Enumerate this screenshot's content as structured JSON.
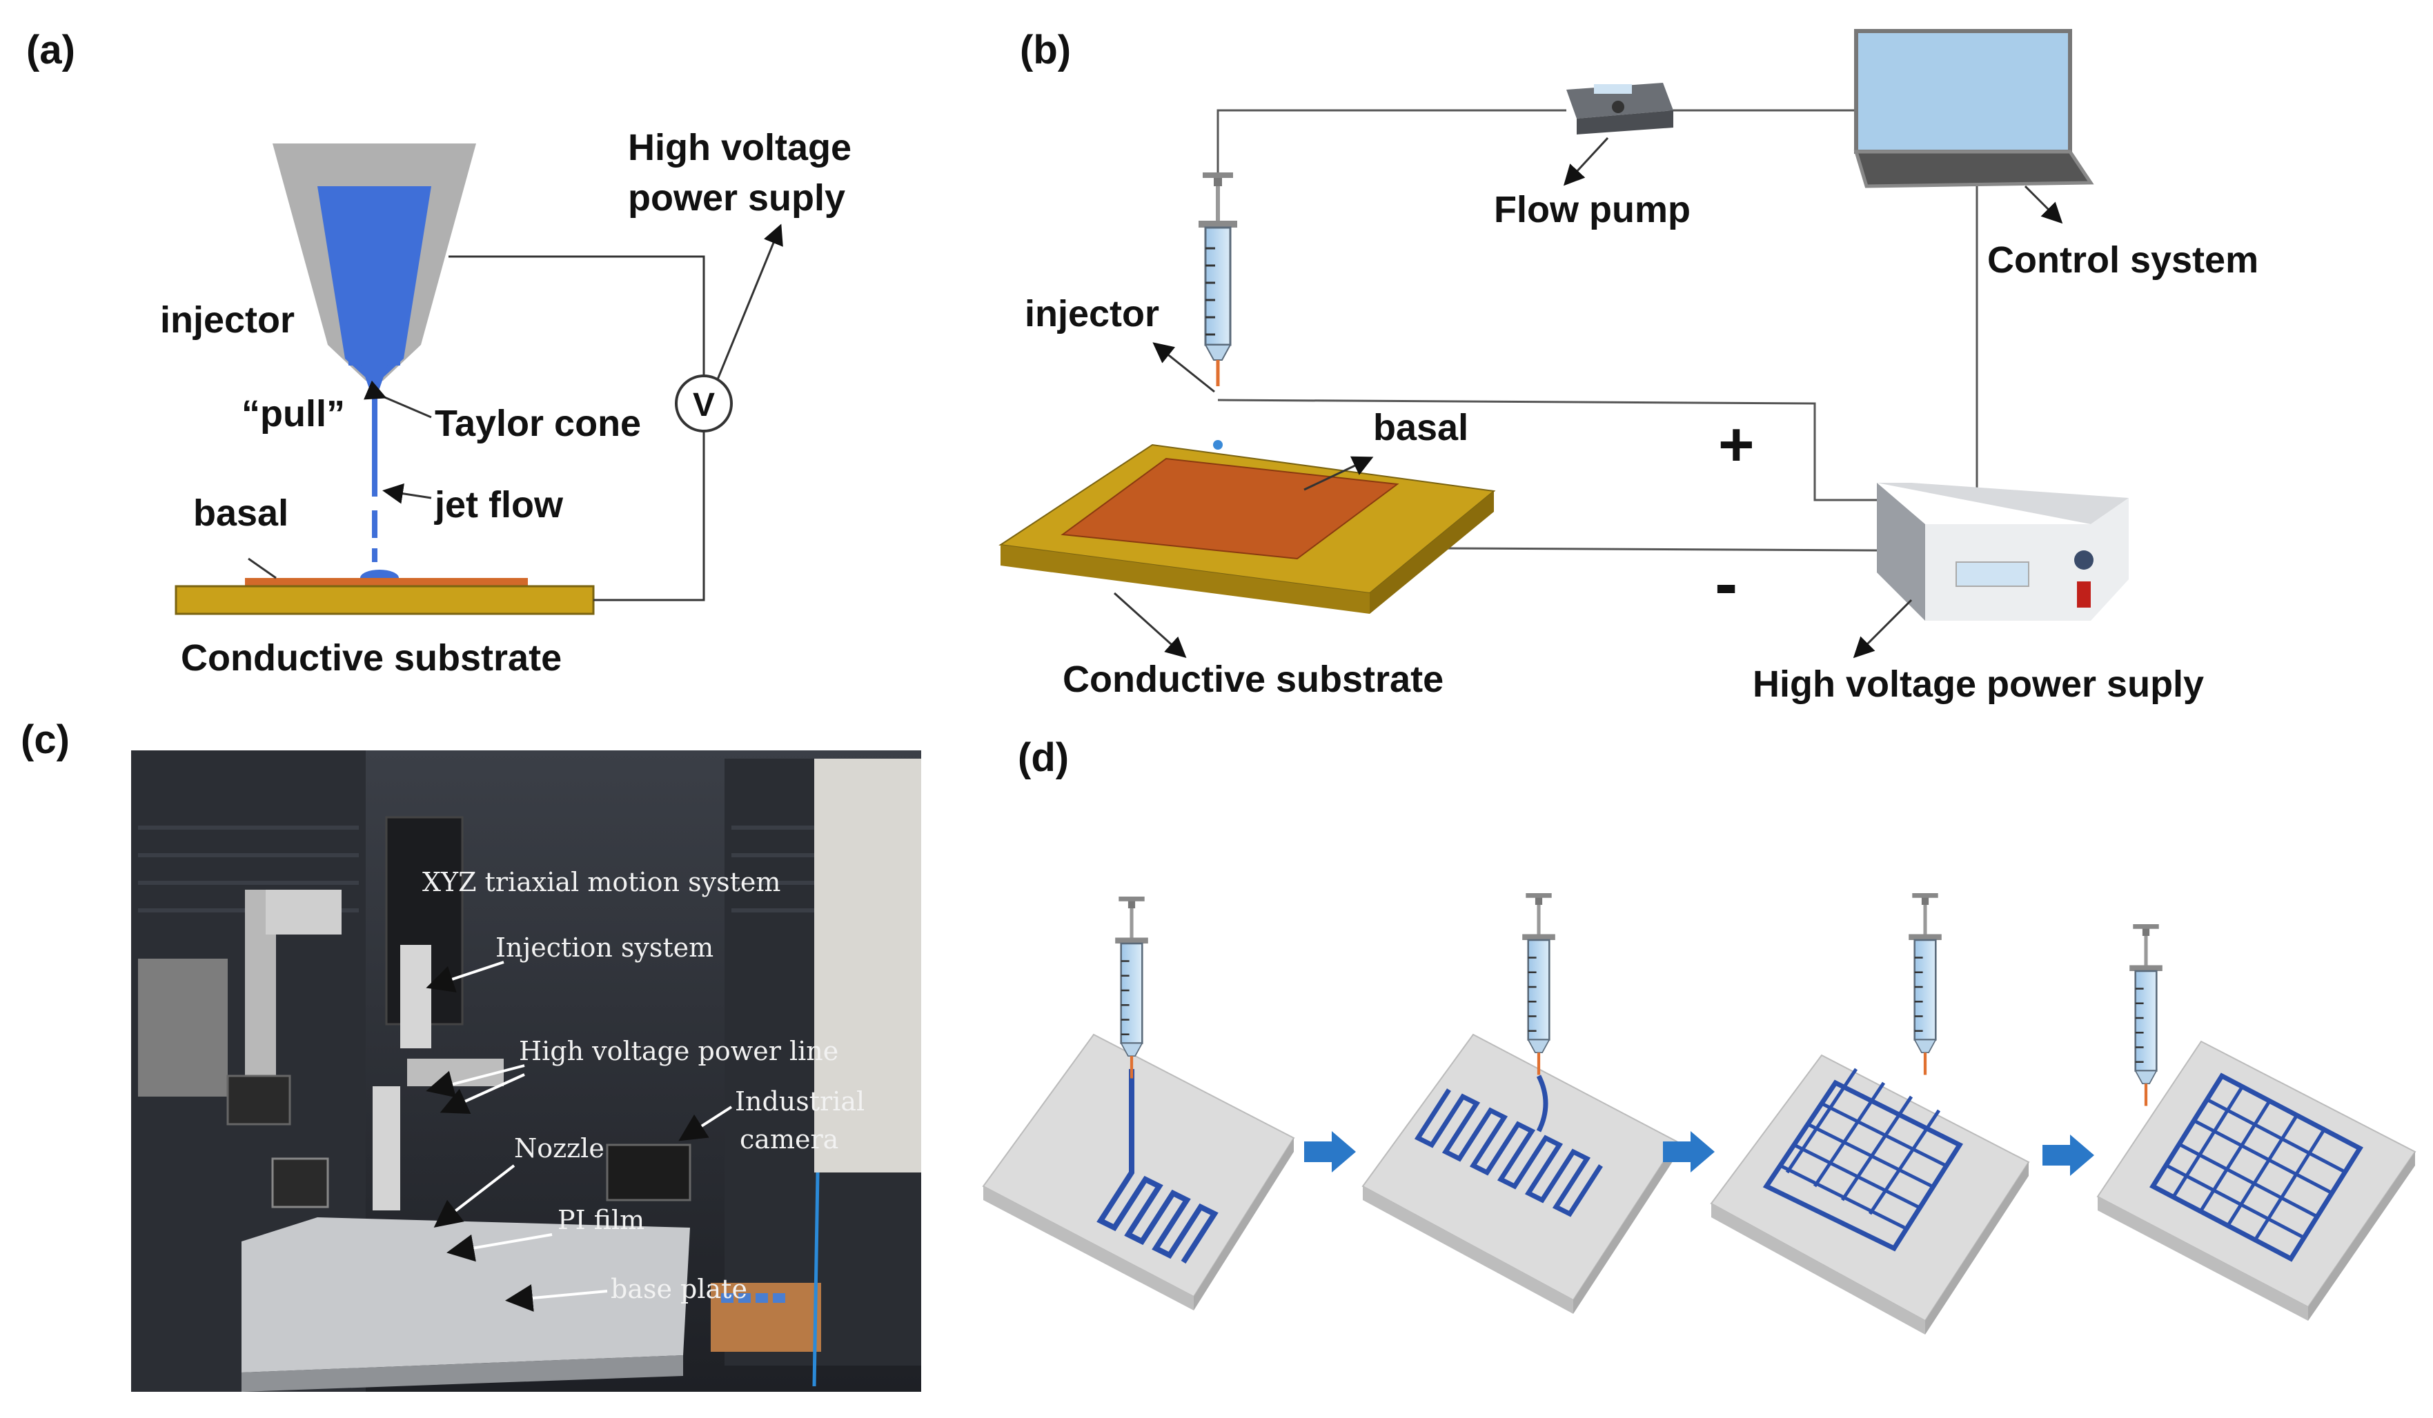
{
  "panel_a": {
    "tag": "(a)",
    "labels": {
      "injector": "injector",
      "pull": "“pull”",
      "taylor_cone": "Taylor cone",
      "jet_flow": "jet flow",
      "basal": "basal",
      "conductive_substrate": "Conductive substrate",
      "hv_line1": "High voltage",
      "hv_line2": "power suply",
      "voltmeter": "V"
    }
  },
  "panel_b": {
    "tag": "(b)",
    "labels": {
      "flow_pump": "Flow pump",
      "control_system": "Control system",
      "injector": "injector",
      "basal": "basal",
      "plus": "+",
      "minus": "-",
      "conductive_substrate": "Conductive substrate",
      "hv_power_supply": "High voltage power suply"
    }
  },
  "panel_c": {
    "tag": "(c)",
    "labels": {
      "xyz": "XYZ triaxial motion system",
      "injection": "Injection system",
      "hv_line": "High voltage power line",
      "camera_1": "Industrial",
      "camera_2": "camera",
      "nozzle": "Nozzle",
      "pi_film": "PI film",
      "base_plate": "base plate"
    }
  },
  "panel_d": {
    "tag": "(d)",
    "steps": 4
  },
  "colors": {
    "injector_blue": "#3f6fd8",
    "basal_orange": "#d2692a",
    "substrate_gold": "#c9a11a",
    "grid_blue": "#2a4faa"
  }
}
